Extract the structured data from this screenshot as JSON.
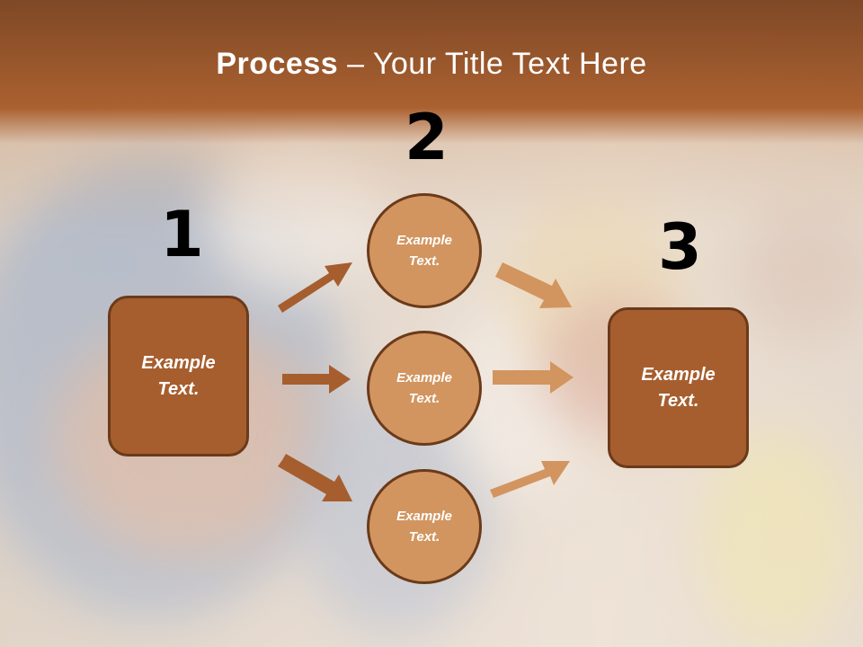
{
  "title": {
    "bold": "Process",
    "rest": " – Your Title Text Here"
  },
  "numbers": [
    "1",
    "2",
    "3"
  ],
  "left_box": "Example Text.",
  "circles": [
    "Example Text.",
    "Example Text.",
    "Example Text."
  ],
  "right_box": "Example Text.",
  "colors": {
    "box": "#a65e2e",
    "circle": "#d2955f",
    "border": "#6b3a1a",
    "arrow_left": "#a65e2e",
    "arrow_right": "#d2955f",
    "header": "#9a5528"
  }
}
